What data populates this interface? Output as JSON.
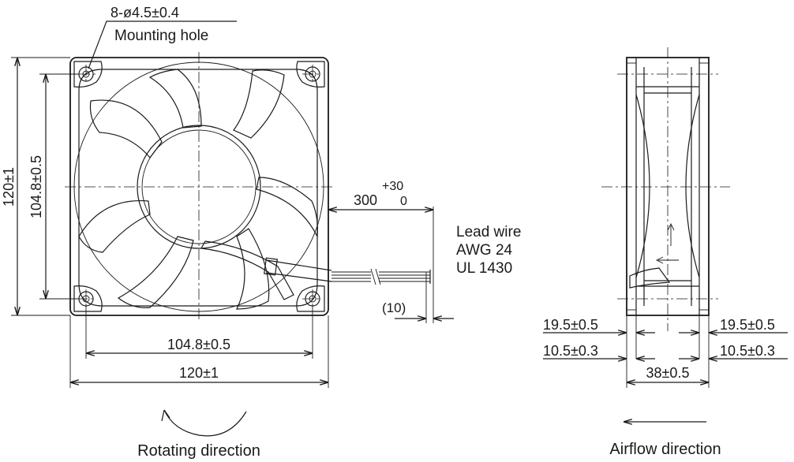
{
  "front_view": {
    "mounting_hole_spec": "8-ø4.5±0.4",
    "mounting_hole_label": "Mounting hole",
    "height_outer": "120±1",
    "height_hole_pitch": "104.8±0.5",
    "width_hole_pitch": "104.8±0.5",
    "width_outer": "120±1",
    "lead_length": "300",
    "lead_tol_plus": "+30",
    "lead_tol_minus": "0",
    "strip_length": "(10)",
    "lead_wire_lines": [
      "Lead wire",
      "AWG 24",
      "UL 1430"
    ],
    "rotation_label": "Rotating direction"
  },
  "side_view": {
    "left_flange_1": "19.5±0.5",
    "left_flange_2": "10.5±0.3",
    "right_flange_1": "19.5±0.5",
    "right_flange_2": "10.5±0.3",
    "depth": "38±0.5",
    "airflow_label": "Airflow direction"
  },
  "colors": {
    "line": "#1a1a1a",
    "background": "#ffffff"
  }
}
